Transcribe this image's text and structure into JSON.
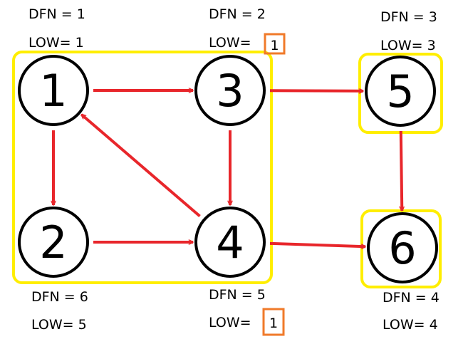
{
  "colors": {
    "group_border": "#ffee00",
    "edge": "#e8262b",
    "highlight_box": "#f07a2a",
    "node_stroke": "#000000"
  },
  "nodes": [
    {
      "id": "1",
      "label": "1",
      "dfn": "DFN = 1",
      "low": "LOW= 1",
      "low_prefix": "",
      "low_value": "",
      "highlight": false
    },
    {
      "id": "2",
      "label": "2",
      "dfn": "DFN = 6",
      "low": "LOW= 5",
      "low_prefix": "",
      "low_value": "",
      "highlight": false
    },
    {
      "id": "3",
      "label": "3",
      "dfn": "DFN = 2",
      "low": "",
      "low_prefix": "LOW=",
      "low_value": "1",
      "highlight": true
    },
    {
      "id": "4",
      "label": "4",
      "dfn": "DFN = 5",
      "low": "",
      "low_prefix": "LOW=",
      "low_value": "1",
      "highlight": true
    },
    {
      "id": "5",
      "label": "5",
      "dfn": "DFN = 3",
      "low": "LOW= 3",
      "low_prefix": "",
      "low_value": "",
      "highlight": false
    },
    {
      "id": "6",
      "label": "6",
      "dfn": "DFN = 4",
      "low": "LOW= 4",
      "low_prefix": "",
      "low_value": "",
      "highlight": false
    }
  ],
  "edges": [
    {
      "from": "1",
      "to": "3"
    },
    {
      "from": "1",
      "to": "2"
    },
    {
      "from": "2",
      "to": "4"
    },
    {
      "from": "3",
      "to": "4"
    },
    {
      "from": "4",
      "to": "1"
    },
    {
      "from": "3",
      "to": "5"
    },
    {
      "from": "5",
      "to": "6"
    },
    {
      "from": "4",
      "to": "6"
    }
  ],
  "groups": [
    {
      "name": "scc-1-2-3-4",
      "members": [
        "1",
        "2",
        "3",
        "4"
      ]
    },
    {
      "name": "scc-5",
      "members": [
        "5"
      ]
    },
    {
      "name": "scc-6",
      "members": [
        "6"
      ]
    }
  ]
}
